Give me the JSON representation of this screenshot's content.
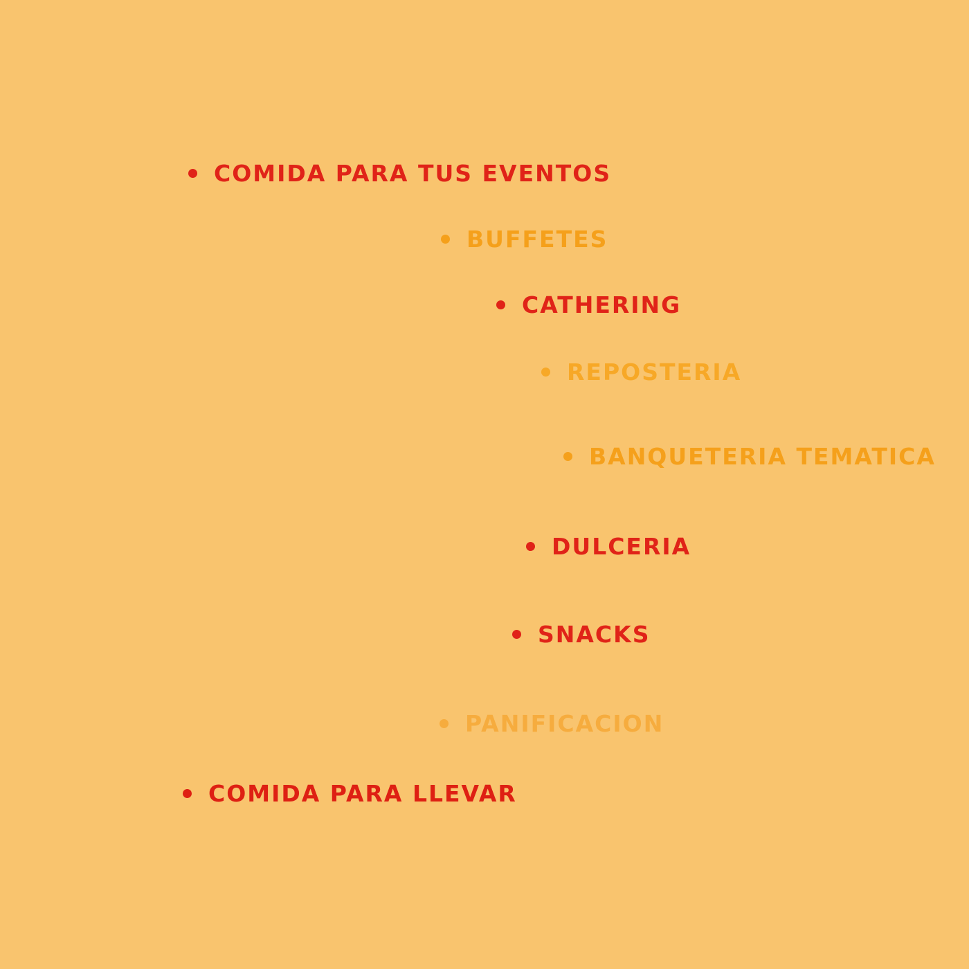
{
  "page": {
    "background": "#F9C46E"
  },
  "palette": {
    "red": "#E02318",
    "orange": "#F5A01B",
    "light_orange": "#F6AC3E"
  },
  "items": [
    {
      "label": "COMIDA PARA TUS EVENTOS",
      "color": "#E02318"
    },
    {
      "label": "BUFFETES",
      "color": "#F5A01B"
    },
    {
      "label": "CATHERING",
      "color": "#E02318"
    },
    {
      "label": "REPOSTERIA",
      "color": "#F7A827"
    },
    {
      "label": "BANQUETERIA TEMATICA",
      "color": "#F5A01B"
    },
    {
      "label": "DULCERIA",
      "color": "#E02318"
    },
    {
      "label": "SNACKS",
      "color": "#E02318"
    },
    {
      "label": "PANIFICACION",
      "color": "#F6AC3E"
    },
    {
      "label": "COMIDA PARA LLEVAR",
      "color": "#DE2013"
    }
  ]
}
